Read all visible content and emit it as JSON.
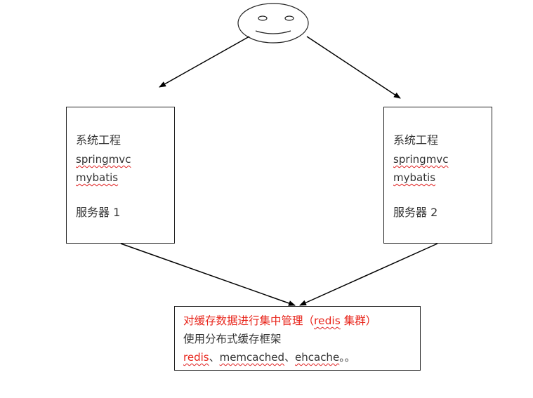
{
  "server1": {
    "title": "系统工程",
    "tech1": "springmvc",
    "tech2": "mybatis",
    "name": "服务器 1"
  },
  "server2": {
    "title": "系统工程",
    "tech1": "springmvc",
    "tech2": "mybatis",
    "name": "服务器 2"
  },
  "cache": {
    "line1_prefix": "对缓存数据进行集中管理（",
    "line1_redis": "redis",
    "line1_suffix": " 集群）",
    "line2": "使用分布式缓存框架",
    "line3_redis": "redis",
    "line3_sep1": "、",
    "line3_memcached": "memcached",
    "line3_sep2": "、",
    "line3_ehcache": "ehcache",
    "line3_end": "。。"
  },
  "colors": {
    "highlight": "#e8261c",
    "spellcheck_underline": "#e02020"
  }
}
